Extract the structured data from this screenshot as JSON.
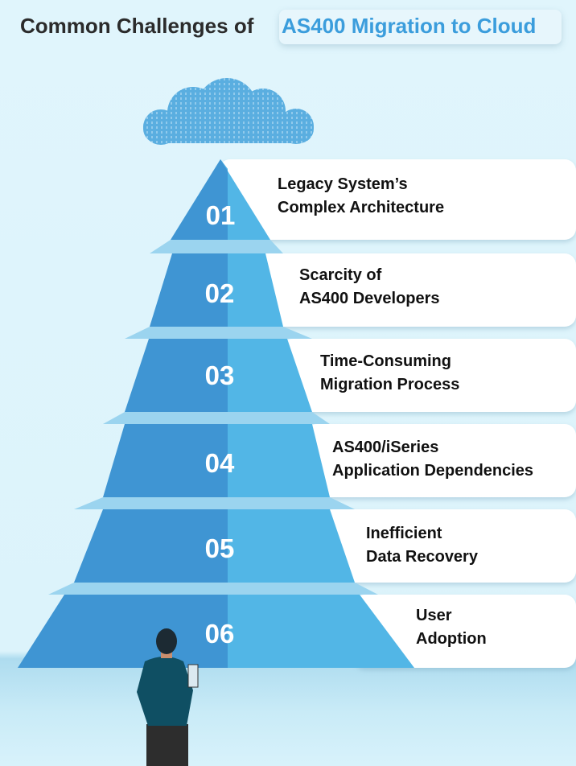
{
  "title": {
    "prefix": "Common Challenges of",
    "highlight": "AS400 Migration to Cloud"
  },
  "colors": {
    "accent": "#3b9ddc",
    "pyramid_dark": "#3f95d3",
    "pyramid_light": "#52b6e6",
    "card": "#ffffff"
  },
  "icons": {
    "cloud": "cloud-icon",
    "person": "businessman-illustration"
  },
  "challenges": [
    {
      "number": "01",
      "line1": "Legacy System’s",
      "line2": "Complex Architecture"
    },
    {
      "number": "02",
      "line1": "Scarcity of",
      "line2": "AS400 Developers"
    },
    {
      "number": "03",
      "line1": "Time-Consuming",
      "line2": "Migration Process"
    },
    {
      "number": "04",
      "line1": "AS400/iSeries",
      "line2": "Application Dependencies"
    },
    {
      "number": "05",
      "line1": "Inefficient",
      "line2": "Data Recovery"
    },
    {
      "number": "06",
      "line1": "User",
      "line2": "Adoption"
    }
  ]
}
